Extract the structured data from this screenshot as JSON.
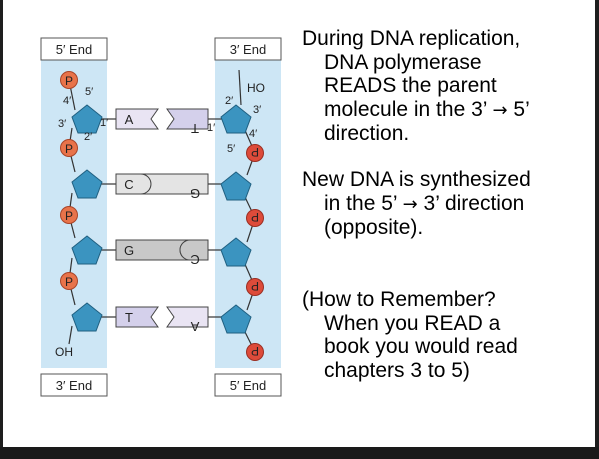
{
  "diagram": {
    "end_labels": {
      "top_left": "5′ End",
      "top_right": "3′ End",
      "bottom_left": "3′ End",
      "bottom_right": "5′ End"
    },
    "phosphate_label": "P",
    "oh_label": "OH",
    "ho_label": "HO",
    "carbon_labels": {
      "left_5": "5′",
      "left_4": "4′",
      "left_3": "3′",
      "left_2": "2′",
      "left_1": "1′",
      "right_2": "2′",
      "right_3": "3′",
      "right_4": "4′",
      "right_1": "1′",
      "right_5": "5′"
    },
    "base_pairs": [
      {
        "left": "A",
        "right": "T"
      },
      {
        "left": "C",
        "right": "G"
      },
      {
        "left": "G",
        "right": "C"
      },
      {
        "left": "T",
        "right": "A"
      }
    ],
    "colors": {
      "strand_bg": "#cde6f5",
      "sugar": "#3b94c0",
      "phosphate_left": "#e8734a",
      "phosphate_right": "#dd4b3a",
      "base_a": "#e9e4f3",
      "base_c": "#e4e4e4",
      "base_g": "#c8c8c8",
      "base_t": "#d4d0eb"
    }
  },
  "notes": {
    "p1_first": "During DNA replication,",
    "p1_rest_1": "DNA polymerase",
    "p1_rest_2": "READS the parent",
    "p1_rest_3_pre": "molecule in the 3’ ",
    "arrow": "→",
    "p1_rest_3_post": " 5’",
    "p1_rest_4": "direction.",
    "p2_first": "New DNA is synthesized",
    "p2_rest_1_pre": "in the 5’ ",
    "p2_rest_1_post": " 3’ direction",
    "p2_rest_2": "(opposite).",
    "p3_first": "(How to Remember?",
    "p3_rest_1": "When you READ a",
    "p3_rest_2": "book you would read",
    "p3_rest_3": "chapters 3 to 5)"
  }
}
